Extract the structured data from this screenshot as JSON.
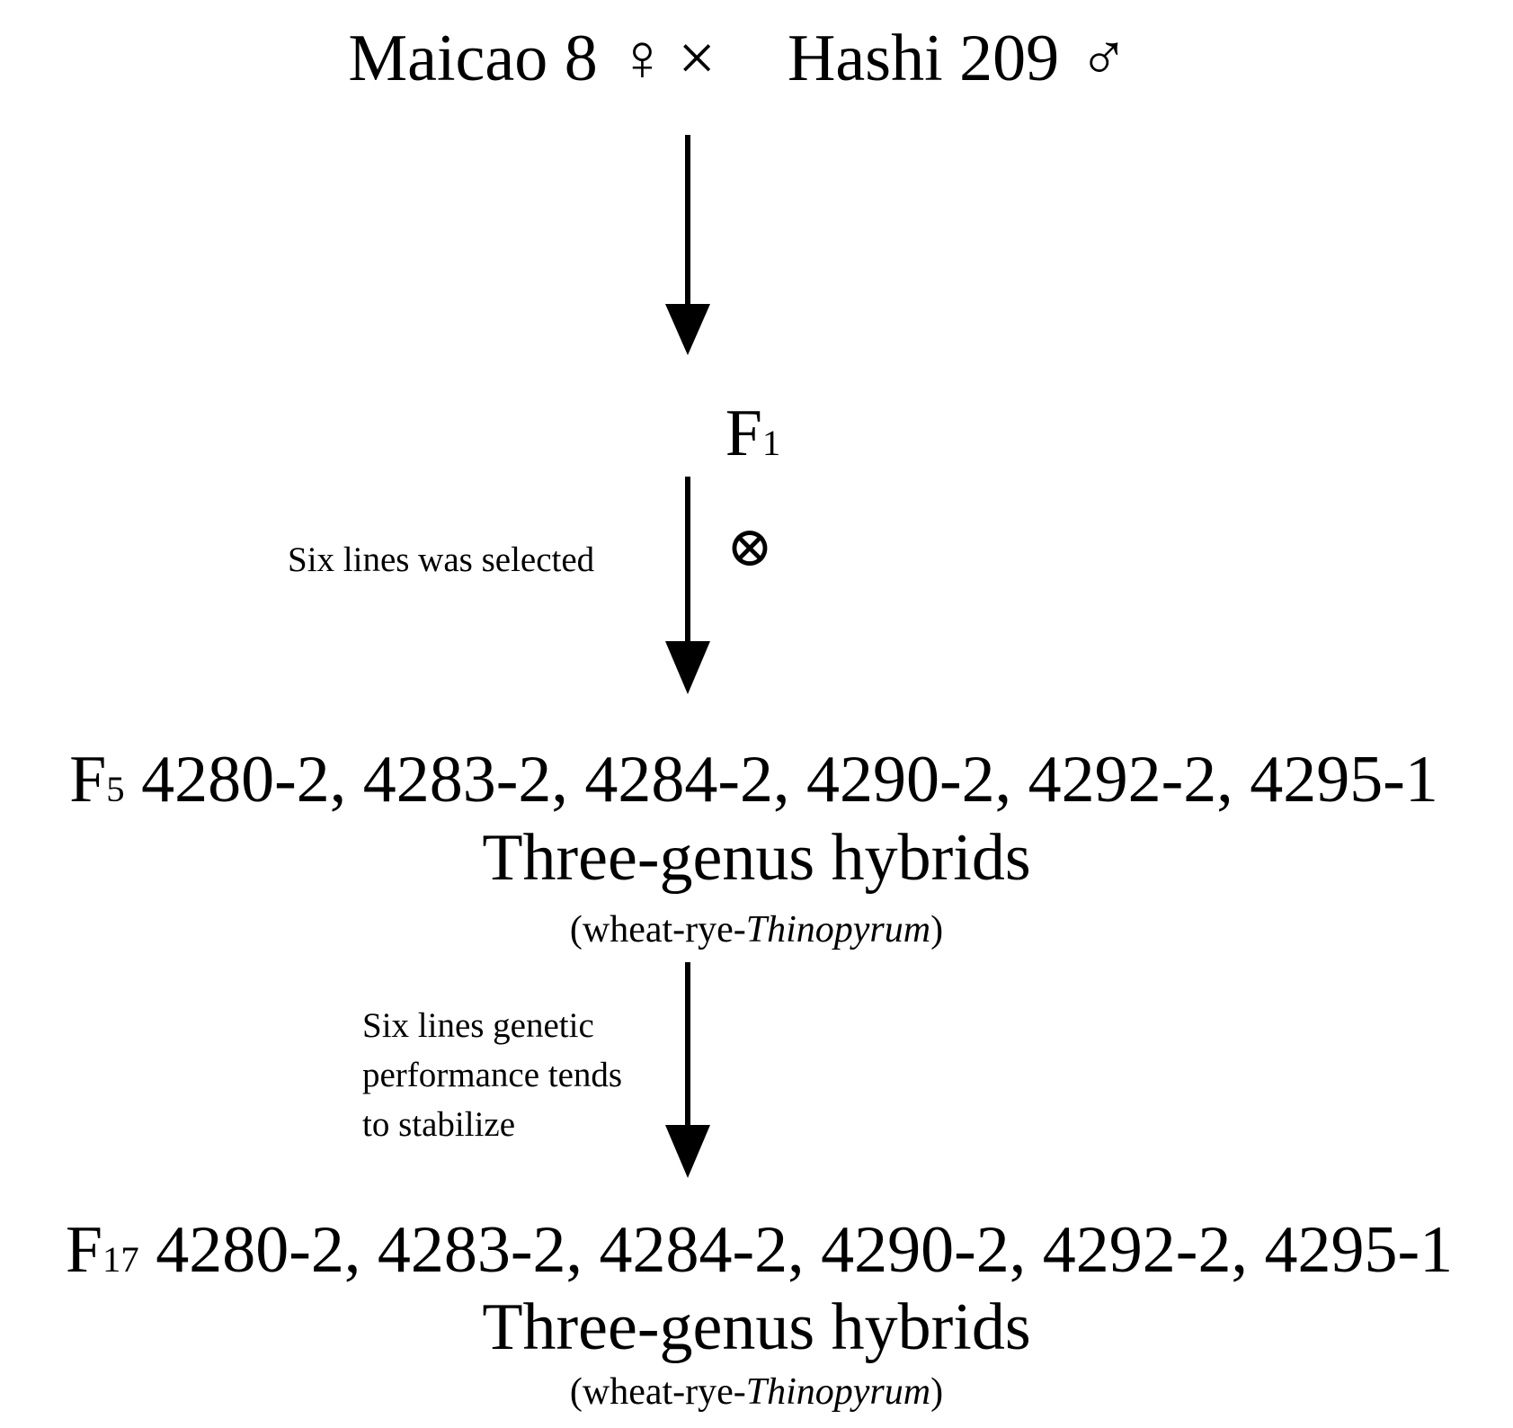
{
  "cross": {
    "female_parent": "Maicao 8",
    "female_symbol": "♀",
    "cross_symbol": "×",
    "male_parent": "Hashi 209",
    "male_symbol": "♂"
  },
  "f1": {
    "gen": "F",
    "sub": "1"
  },
  "step1": {
    "note": "Six lines was selected",
    "selfing_symbol": "⊗"
  },
  "f5": {
    "gen": "F",
    "sub": "5",
    "lines": "4280-2, 4283-2, 4284-2, 4290-2, 4292-2, 4295-1",
    "title": "Three-genus hybrids",
    "desc_prefix": "(wheat-rye-",
    "desc_italic": "Thinopyrum",
    "desc_suffix": ")"
  },
  "step2": {
    "note_lines": [
      "Six lines genetic",
      "performance tends",
      "to stabilize"
    ]
  },
  "f17": {
    "gen": "F",
    "sub": "17",
    "lines": "4280-2, 4283-2, 4284-2, 4290-2, 4292-2, 4295-1",
    "title": "Three-genus hybrids",
    "desc_prefix": "(wheat-rye-",
    "desc_italic": "Thinopyrum",
    "desc_suffix": ")"
  }
}
